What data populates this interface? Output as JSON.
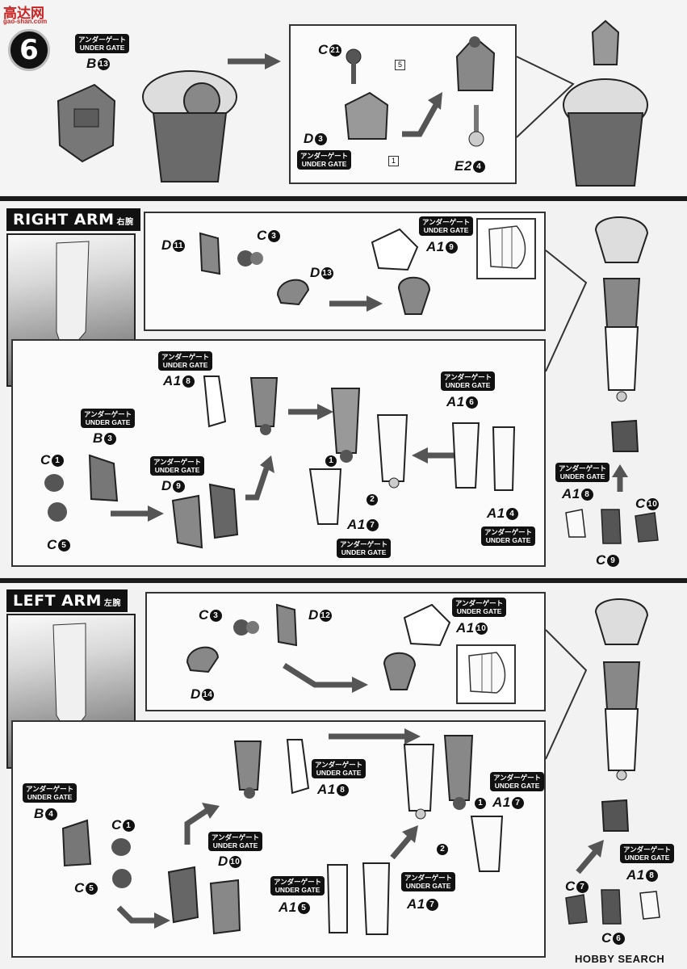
{
  "watermark": {
    "brand": "高达网",
    "url": "gao-shan.com"
  },
  "step": {
    "number": "6"
  },
  "section1": {
    "b13": {
      "tag_jp": "アンダーゲート",
      "tag_en": "UNDER GATE",
      "part": "B",
      "num": "13"
    },
    "c21": {
      "part": "C",
      "num": "21"
    },
    "d3": {
      "part": "D",
      "num": "3",
      "tag_jp": "アンダーゲート",
      "tag_en": "UNDER GATE"
    },
    "e24": {
      "part": "E2",
      "num": "4"
    },
    "callout_5": "5",
    "callout_1": "1"
  },
  "right_arm": {
    "title": "RIGHT ARM",
    "title_jp": "右腕",
    "d11": {
      "part": "D",
      "num": "11"
    },
    "c3": {
      "part": "C",
      "num": "3"
    },
    "d13": {
      "part": "D",
      "num": "13"
    },
    "a19": {
      "tag_jp": "アンダーゲート",
      "tag_en": "UNDER GATE",
      "part": "A1",
      "num": "9"
    },
    "a18": {
      "tag_jp": "アンダーゲート",
      "tag_en": "UNDER GATE",
      "part": "A1",
      "num": "8"
    },
    "b3": {
      "tag_jp": "アンダーゲート",
      "tag_en": "UNDER GATE",
      "part": "B",
      "num": "3"
    },
    "c1": {
      "part": "C",
      "num": "1"
    },
    "c5": {
      "part": "C",
      "num": "5"
    },
    "d9": {
      "tag_jp": "アンダーゲート",
      "tag_en": "UNDER GATE",
      "part": "D",
      "num": "9"
    },
    "a16": {
      "tag_jp": "アンダーゲート",
      "tag_en": "UNDER GATE",
      "part": "A1",
      "num": "6"
    },
    "a17": {
      "part": "A1",
      "num": "7",
      "tag_jp": "アンダーゲート",
      "tag_en": "UNDER GATE"
    },
    "a14": {
      "part": "A1",
      "num": "4",
      "tag_jp": "アンダーゲート",
      "tag_en": "UNDER GATE"
    },
    "a18b": {
      "tag_jp": "アンダーゲート",
      "tag_en": "UNDER GATE",
      "part": "A1",
      "num": "8"
    },
    "c10": {
      "part": "C",
      "num": "10"
    },
    "c9": {
      "part": "C",
      "num": "9"
    },
    "seq1": "1",
    "seq2": "2"
  },
  "left_arm": {
    "title": "LEFT ARM",
    "title_jp": "左腕",
    "c3": {
      "part": "C",
      "num": "3"
    },
    "d12": {
      "part": "D",
      "num": "12"
    },
    "a110": {
      "tag_jp": "アンダーゲート",
      "tag_en": "UNDER GATE",
      "part": "A1",
      "num": "10"
    },
    "d14": {
      "part": "D",
      "num": "14"
    },
    "a18": {
      "tag_jp": "アンダーゲート",
      "tag_en": "UNDER GATE",
      "part": "A1",
      "num": "8"
    },
    "b4": {
      "tag_jp": "アンダーゲート",
      "tag_en": "UNDER GATE",
      "part": "B",
      "num": "4"
    },
    "c1": {
      "part": "C",
      "num": "1"
    },
    "c5": {
      "part": "C",
      "num": "5"
    },
    "d10": {
      "tag_jp": "アンダーゲート",
      "tag_en": "UNDER GATE",
      "part": "D",
      "num": "10"
    },
    "a15": {
      "tag_jp": "アンダーゲート",
      "tag_en": "UNDER GATE",
      "part": "A1",
      "num": "5"
    },
    "a17": {
      "tag_jp": "アンダーゲート",
      "tag_en": "UNDER GATE",
      "part": "A1",
      "num": "7"
    },
    "a17b": {
      "tag_jp": "アンダーゲート",
      "tag_en": "UNDER GATE",
      "part": "A1",
      "num": "7"
    },
    "a18b": {
      "tag_jp": "アンダーゲート",
      "tag_en": "UNDER GATE",
      "part": "A1",
      "num": "8"
    },
    "c7": {
      "part": "C",
      "num": "7"
    },
    "c6": {
      "part": "C",
      "num": "6"
    },
    "seq1": "1",
    "seq2": "2"
  },
  "footer": {
    "brand": "HOBBY SEARCH"
  }
}
